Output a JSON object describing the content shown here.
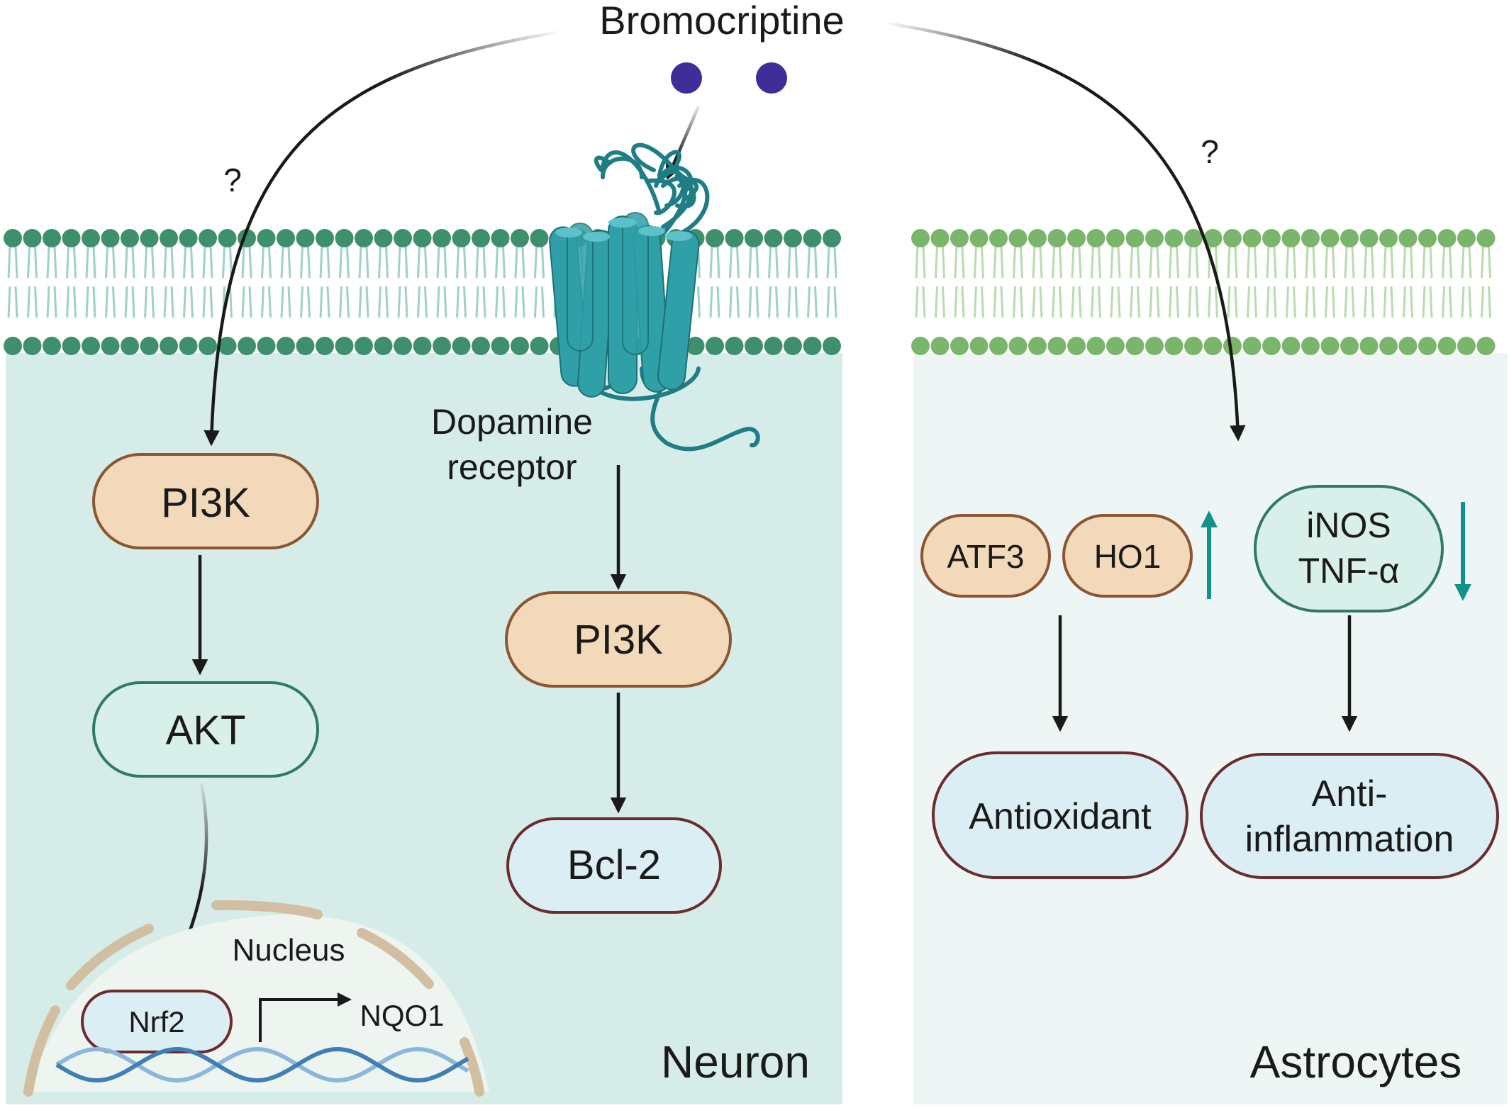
{
  "drug": {
    "label": "Bromocriptine",
    "unknown_left": "?",
    "unknown_right": "?"
  },
  "colors": {
    "neuron_bg": "#d6ece8",
    "astro_bg": "#eef6f5",
    "neuron_head": "#3e8f6d",
    "neuron_tail": "#9fd1c7",
    "astro_head": "#79b56a",
    "astro_tail": "#b9dcae",
    "receptor": "#2f9fa8",
    "molecule": "#3d2e99",
    "kinase_fill": "#f1d9b9",
    "kinase_stroke": "#8a5530",
    "akt_fill": "#d9efe9",
    "akt_stroke": "#2f7a66",
    "outcome_fill": "#dbeef3",
    "outcome_stroke": "#6b2c2c",
    "nucleus_fill": "#eef5f0",
    "nucleus_border": "#d2bfa2",
    "dna1": "#3f7fb6",
    "dna2": "#8ab8dc",
    "teal_arrow": "#12938a",
    "arrow": "#1a1a1a"
  },
  "neuron": {
    "panel_label": "Neuron",
    "receptor_label_line1": "Dopamine",
    "receptor_label_line2": "receptor",
    "left_pathway": {
      "pi3k": "PI3K",
      "akt": "AKT"
    },
    "right_pathway": {
      "pi3k": "PI3K",
      "bcl2": "Bcl-2"
    },
    "nucleus": {
      "label": "Nucleus",
      "nrf2": "Nrf2",
      "nqo1": "NQO1"
    }
  },
  "astrocytes": {
    "panel_label": "Astrocytes",
    "upregulated": [
      "ATF3",
      "HO1"
    ],
    "downregulated_line1": "iNOS",
    "downregulated_line2": "TNF-α",
    "outcome_left": "Antioxidant",
    "outcome_right_line1": "Anti-",
    "outcome_right_line2": "inflammation"
  }
}
